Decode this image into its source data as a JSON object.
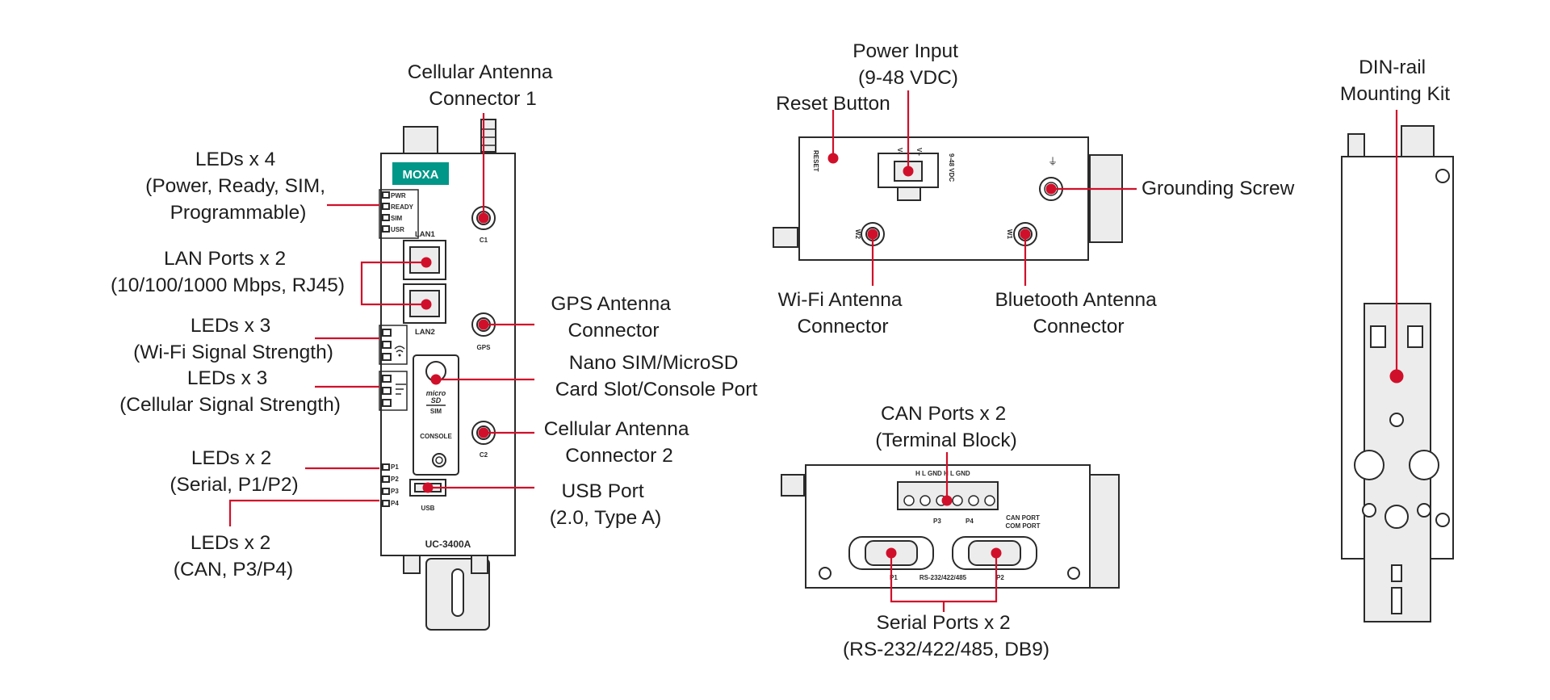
{
  "brand": {
    "logo_text": "MOXA",
    "model": "UC-3400A",
    "accent": "#009688"
  },
  "leader_color": "#d0102a",
  "panel_text": {
    "pwr": "PWR",
    "ready": "READY",
    "sim": "SIM",
    "usr": "USR",
    "lan1": "LAN1",
    "lan2": "LAN2",
    "c1": "C1",
    "gps": "GPS",
    "c2": "C2",
    "micro": "micro",
    "sd": "SD",
    "sim_slot": "SIM",
    "console": "CONSOLE",
    "p1": "P1",
    "p2": "P2",
    "p3": "P3",
    "p4": "P4",
    "usb": "USB",
    "reset": "RESET",
    "vminus": "V-",
    "vplus": "V+",
    "vdc": "9-48 VDC",
    "w2": "W2",
    "w1": "W1",
    "can_pins": "H   L  GND  H   L  GND",
    "can_p3": "P3",
    "can_p4": "P4",
    "can_port": "CAN PORT",
    "com_port": "COM PORT",
    "serial_p1": "P1",
    "serial_p2": "P2",
    "serial_std": "RS-232/422/485"
  },
  "callouts": {
    "cell_ant_1": [
      "Cellular Antenna",
      "Connector 1"
    ],
    "leds_4": [
      "LEDs x 4",
      "(Power, Ready, SIM,",
      "Programmable)"
    ],
    "lan_ports": [
      "LAN Ports x 2",
      "(10/100/1000 Mbps, RJ45)"
    ],
    "leds_wifi": [
      "LEDs x 3",
      "(Wi-Fi Signal Strength)"
    ],
    "leds_cell": [
      "LEDs x 3",
      "(Cellular Signal Strength)"
    ],
    "leds_serial": [
      "LEDs x 2",
      "(Serial, P1/P2)"
    ],
    "leds_can": [
      "LEDs x 2",
      "(CAN, P3/P4)"
    ],
    "gps_ant": [
      "GPS Antenna",
      "Connector"
    ],
    "sim_slot": [
      "Nano SIM/MicroSD",
      "Card Slot/Console Port"
    ],
    "cell_ant_2": [
      "Cellular Antenna",
      "Connector 2"
    ],
    "usb_port": [
      "USB Port",
      "(2.0, Type A)"
    ],
    "power_input": [
      "Power Input",
      "(9-48 VDC)"
    ],
    "reset_button": [
      "Reset Button"
    ],
    "grounding_screw": [
      "Grounding Screw"
    ],
    "wifi_ant": [
      "Wi-Fi Antenna",
      "Connector"
    ],
    "bt_ant": [
      "Bluetooth Antenna",
      "Connector"
    ],
    "can_ports": [
      "CAN Ports x 2",
      "(Terminal Block)"
    ],
    "serial_ports": [
      "Serial Ports x 2",
      "(RS-232/422/485, DB9)"
    ],
    "din_rail": [
      "DIN-rail",
      "Mounting Kit"
    ]
  }
}
